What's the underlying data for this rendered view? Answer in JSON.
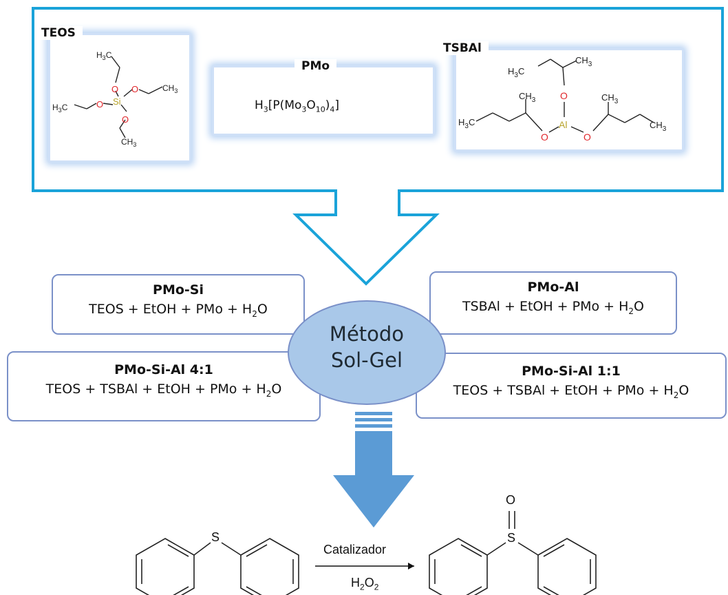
{
  "reagents": {
    "teos": {
      "label": "TEOS",
      "si": "Si",
      "o": "O"
    },
    "pmo": {
      "label": "PMo",
      "formula": {
        "h": "H",
        "h_sub": "3",
        "p": "[P(Mo",
        "mo_sub": "3",
        "o": "O",
        "o_sub": "10",
        "close": ")",
        "n_sub": "4",
        "end": "]"
      }
    },
    "tsbal": {
      "label": "TSBAl",
      "al": "Al",
      "o": "O"
    }
  },
  "center": {
    "line1": "Método",
    "line2": "Sol-Gel"
  },
  "formulations": [
    {
      "title": "PMo-Si",
      "formula": "TEOS + EtOH + PMo + H",
      "sub": "2",
      "tail": "O"
    },
    {
      "title": "PMo-Al",
      "formula": "TSBAl + EtOH + PMo + H",
      "sub": "2",
      "tail": "O"
    },
    {
      "title": "PMo-Si-Al 4:1",
      "formula": "TEOS + TSBAl + EtOH + PMo + H",
      "sub": "2",
      "tail": "O"
    },
    {
      "title": "PMo-Si-Al 1:1",
      "formula": "TEOS + TSBAl + EtOH + PMo + H",
      "sub": "2",
      "tail": "O"
    }
  ],
  "reaction": {
    "catalyst": "Catalizador",
    "oxidant": "H",
    "oxidant_sub": "2",
    "oxidant_tail": "O",
    "oxidant_sub2": "2",
    "sulfur": "S",
    "oxygen": "O"
  },
  "groups": {
    "h3c": "H",
    "h3c_sub": "3",
    "h3c_c": "C",
    "ch3": "CH",
    "ch3_sub": "3"
  },
  "colors": {
    "frame": "#1aa3d9",
    "card_border": "#7a90c8",
    "ellipse": "#a9c8e9",
    "arrow": "#5b9bd5",
    "oxygen": "#e0262b",
    "metal": "#b7a32a"
  }
}
